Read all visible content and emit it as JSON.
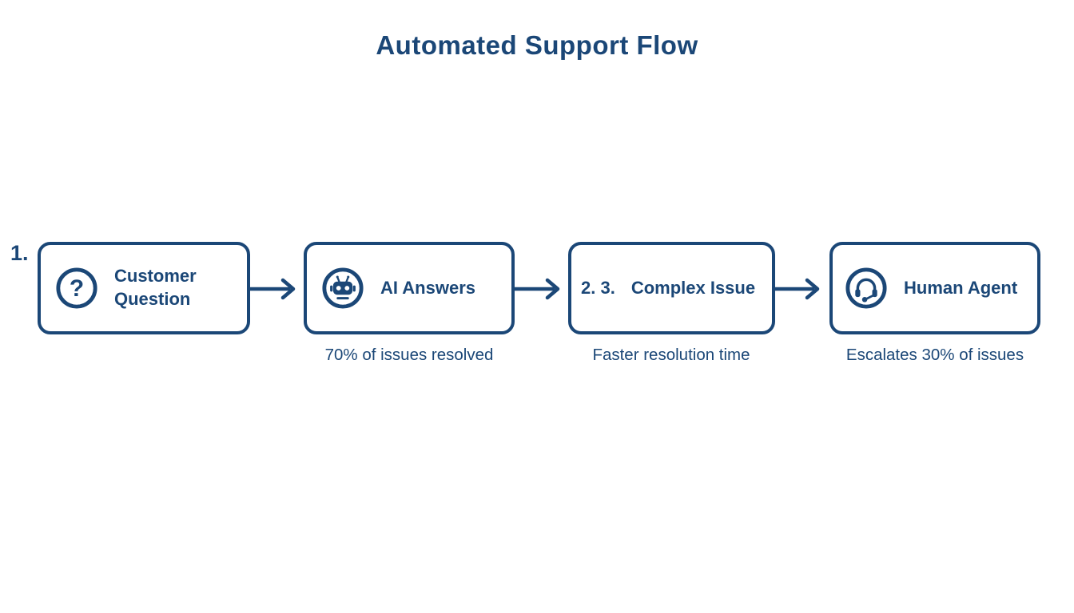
{
  "colors": {
    "navy": "#1b4777",
    "background": "#ffffff"
  },
  "title": "Automated Support Flow",
  "flow": {
    "outer_marker": "1.",
    "steps": [
      {
        "label": "Customer Question",
        "icon": "question-circle-icon"
      },
      {
        "label": "AI Answers",
        "icon": "robot-circle-icon",
        "caption": "70% of issues resolved"
      },
      {
        "marker": "2. 3.",
        "label": "Complex Issue",
        "caption": "Faster resolution time"
      },
      {
        "label": "Human Agent",
        "icon": "headset-circle-icon",
        "caption": "Escalates 30% of issues"
      }
    ]
  }
}
